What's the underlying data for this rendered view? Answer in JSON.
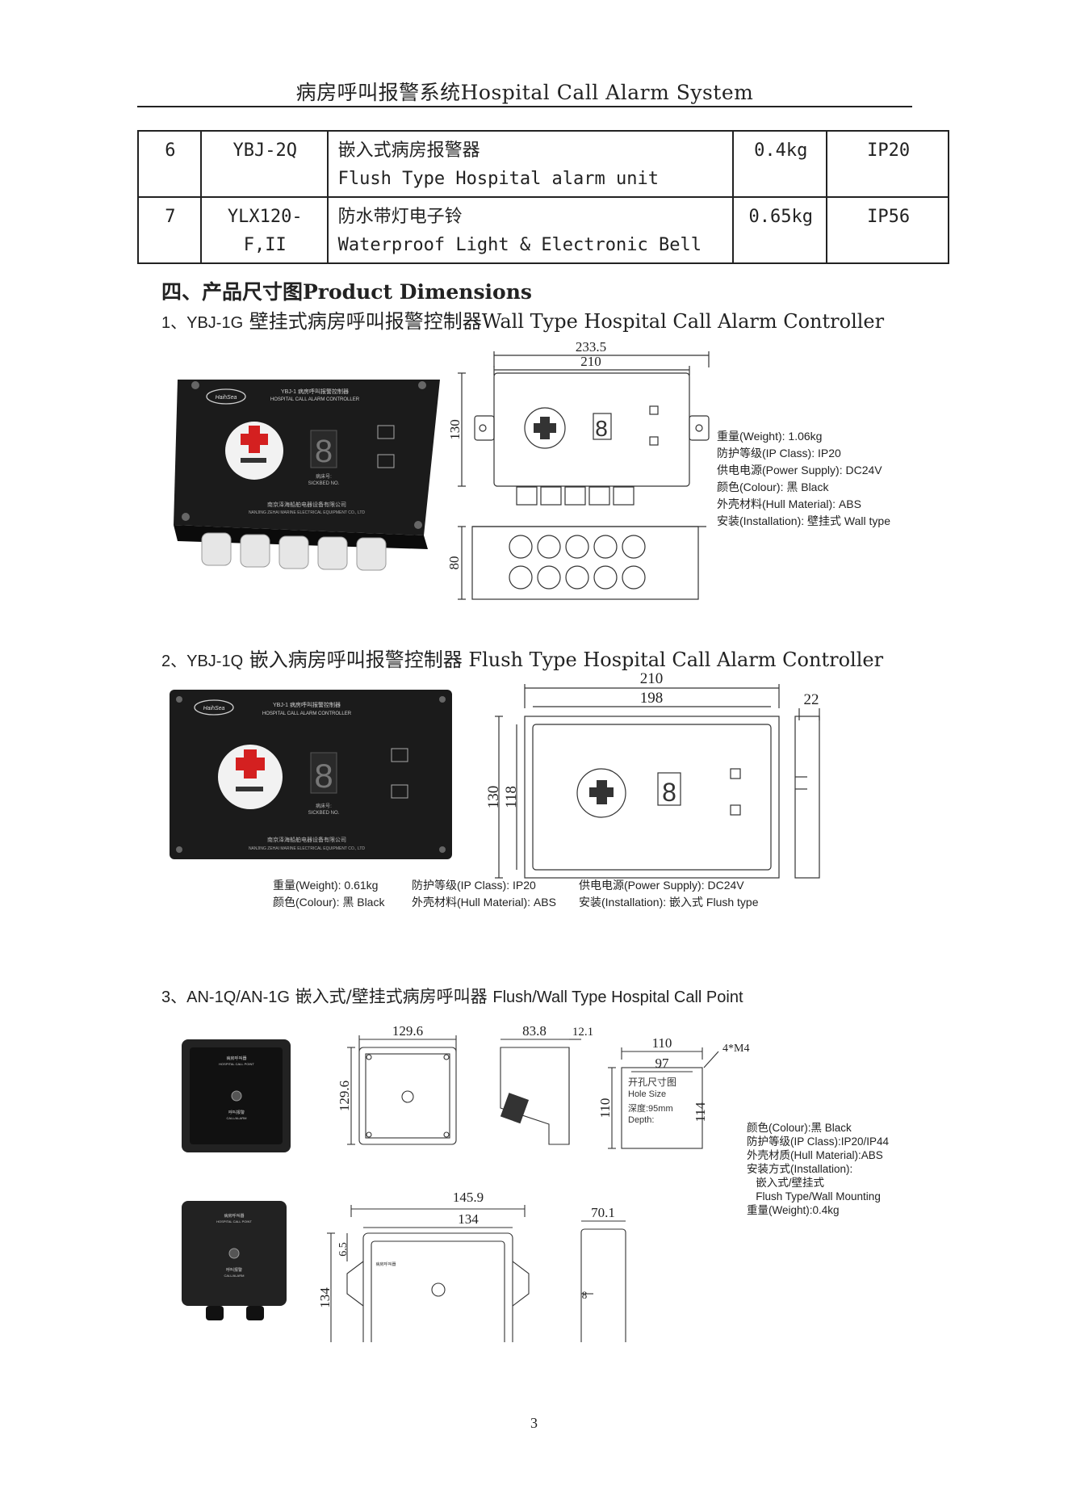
{
  "header": {
    "title": "病房呼叫报警系统Hospital Call Alarm System"
  },
  "table": {
    "rows": [
      {
        "no": "6",
        "model": "YBJ-2Q",
        "name_cn": "嵌入式病房报警器",
        "name_en": "Flush Type Hospital alarm unit",
        "weight": "0.4kg",
        "ip": "IP20"
      },
      {
        "no": "7",
        "model": "YLX120-F,II",
        "name_cn": "防水带灯电子铃",
        "name_en": "Waterproof Light & Electronic Bell",
        "weight": "0.65kg",
        "ip": "IP56"
      }
    ]
  },
  "section": {
    "title": "四、产品尺寸图Product Dimensions"
  },
  "item1": {
    "prefix": "1、YBJ-1G",
    "title": " 壁挂式病房呼叫报警控制器Wall Type Hospital Call Alarm Controller",
    "dims": {
      "outer": "233.5",
      "inner": "210",
      "height": "130",
      "depth": "80"
    },
    "brand": "HaihSea",
    "panel_cn": "YBJ-1 病房呼叫报警控制器",
    "panel_en": "HOSPITAL CALL ALARM CONTROLLER",
    "sickbed_cn": "病床号:",
    "sickbed_en": "SICKBED NO.",
    "company_cn": "南京泽海船舶电器设备有限公司",
    "company_en": "NANJING ZEHAI MARINE ELECTRICAL EQUIPMENT CO., LTD",
    "digit": "8",
    "specs": [
      "重量(Weight): 1.06kg",
      "防护等级(IP Class): IP20",
      "供电电源(Power Supply): DC24V",
      "颜色(Colour): 黑 Black",
      "外壳材料(Hull Material): ABS",
      "安装(Installation): 壁挂式 Wall type"
    ]
  },
  "item2": {
    "prefix": "2、YBJ-1Q",
    "title": " 嵌入病房呼叫报警控制器 Flush Type Hospital Call Alarm Controller",
    "dims": {
      "outer": "210",
      "inner": "198",
      "height": "130",
      "height_inner": "118",
      "depth": "22"
    },
    "specs_col1": [
      "重量(Weight): 0.61kg",
      "颜色(Colour): 黑 Black"
    ],
    "specs_col2": [
      "防护等级(IP Class): IP20",
      "外壳材料(Hull Material): ABS"
    ],
    "specs_col3": [
      "供电电源(Power Supply): DC24V",
      "安装(Installation): 嵌入式 Flush type"
    ]
  },
  "item3": {
    "prefix": "3、AN-1Q/AN-1G",
    "title_cn": " 嵌入式/壁挂式病房呼叫器 ",
    "title_en": "Flush/Wall Type Hospital Call Point",
    "dims": {
      "front_w": "129.6",
      "front_h": "129.6",
      "side_d": "83.8",
      "side_t": "12.1",
      "hole_outer": "110",
      "hole_inner": "97",
      "hole_h": "110",
      "hole_h2": "114",
      "screws": "4*M4",
      "wall_outer": "145.9",
      "wall_inner": "134",
      "wall_h": "134",
      "wall_off": "6.5",
      "wall_d": "70.1",
      "wall_t": "8"
    },
    "hole_label_cn": "开孔尺寸图",
    "hole_label_en": "Hole Size",
    "hole_depth_cn": "深度:95mm",
    "hole_depth_en": "Depth:",
    "device_cn": "病房呼叫器",
    "device_en": "HOSPITAL CALL POINT",
    "call_cn": "呼叫报警",
    "call_en": "CALL/ALARM",
    "specs": [
      "颜色(Colour):黑 Black",
      "防护等级(IP Class):IP20/IP44",
      "外壳材质(Hull Material):ABS",
      "安装方式(Installation):",
      "   嵌入式/壁挂式",
      "   Flush Type/Wall Mounting",
      "重量(Weight):0.4kg"
    ]
  },
  "page": {
    "number": "3"
  }
}
